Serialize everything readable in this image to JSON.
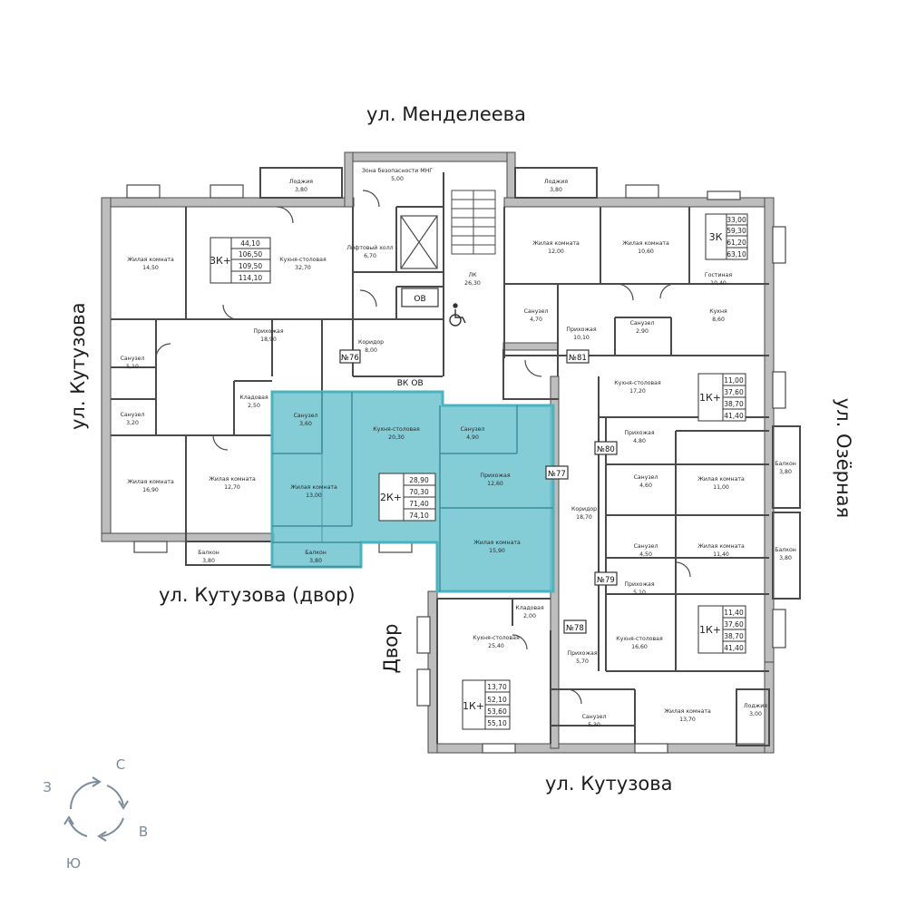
{
  "streets": {
    "top": "ул. Менделеева",
    "left": "ул. Кутузова",
    "right": "ул. Озёрная",
    "courtyard": "ул. Кутузова (двор)",
    "yard": "Двор",
    "bottom": "ул. Кутузова"
  },
  "compass": {
    "north": "С",
    "east": "В",
    "south": "Ю",
    "west": "З"
  },
  "colors": {
    "highlight": "#49b3c1",
    "highlight_fill": "#6ec3cf",
    "wall": "#4a4a4a",
    "wall_fill": "#bdbdbd"
  },
  "rooms": [
    {
      "label": "Лоджия",
      "area": "3,80"
    },
    {
      "label": "Зона безопасности МНГ",
      "area": "5,00"
    },
    {
      "label": "Лоджия",
      "area": "3,80"
    },
    {
      "label": "Жилая комната",
      "area": "14,50"
    },
    {
      "label": "Кухня-столовая",
      "area": "32,70"
    },
    {
      "label": "Лифтовый холл",
      "area": "6,70"
    },
    {
      "label": "ЛК",
      "area": "26,30"
    },
    {
      "label": "Жилая комната",
      "area": "12,00"
    },
    {
      "label": "Жилая комната",
      "area": "10,60"
    },
    {
      "label": "Гостиная",
      "area": "10,40"
    },
    {
      "label": "Кухня",
      "area": "8,60"
    },
    {
      "label": "Санузел",
      "area": "4,70"
    },
    {
      "label": "Прихожая",
      "area": "10,10"
    },
    {
      "label": "Санузел",
      "area": "2,90"
    },
    {
      "label": "Санузел",
      "area": "5,10"
    },
    {
      "label": "Прихожая",
      "area": "18,90"
    },
    {
      "label": "Коридор",
      "area": "8,00"
    },
    {
      "label": "Санузел",
      "area": "3,20"
    },
    {
      "label": "Кладовая",
      "area": "2,50"
    },
    {
      "label": "Санузел",
      "area": "3,60"
    },
    {
      "label": "Кухня-столовая",
      "area": "20,30"
    },
    {
      "label": "Санузел",
      "area": "4,90"
    },
    {
      "label": "Кухня-столовая",
      "area": "17,20"
    },
    {
      "label": "Прихожая",
      "area": "4,80"
    },
    {
      "label": "Жилая комната",
      "area": "16,90"
    },
    {
      "label": "Жилая комната",
      "area": "12,70"
    },
    {
      "label": "Жилая комната",
      "area": "13,00"
    },
    {
      "label": "Прихожая",
      "area": "12,60"
    },
    {
      "label": "Санузел",
      "area": "4,60"
    },
    {
      "label": "Жилая комната",
      "area": "11,00"
    },
    {
      "label": "Балкон",
      "area": "3,80"
    },
    {
      "label": "Коридор",
      "area": "18,70"
    },
    {
      "label": "Жилая комната",
      "area": "15,90"
    },
    {
      "label": "Санузел",
      "area": "4,50"
    },
    {
      "label": "Жилая комната",
      "area": "11,40"
    },
    {
      "label": "Балкон",
      "area": "3,80"
    },
    {
      "label": "Балкон",
      "area": "3,80"
    },
    {
      "label": "Балкон",
      "area": "3,80"
    },
    {
      "label": "Прихожая",
      "area": "5,10"
    },
    {
      "label": "Кладовая",
      "area": "2,00"
    },
    {
      "label": "Кухня-столовая",
      "area": "25,40"
    },
    {
      "label": "Кухня-столовая",
      "area": "16,60"
    },
    {
      "label": "Прихожая",
      "area": "5,70"
    },
    {
      "label": "Санузел",
      "area": "5,30"
    },
    {
      "label": "Жилая комната",
      "area": "13,70"
    },
    {
      "label": "Лоджия",
      "area": "3,00"
    }
  ],
  "tags": {
    "ob1": "ОВ",
    "vk": "ВК",
    "ob2": "ОВ",
    "n76": "№76",
    "n81": "№81",
    "n80": "№80",
    "n77": "№77",
    "n79": "№79",
    "n78": "№78"
  },
  "apartments": [
    {
      "type": "3К+",
      "areas": [
        "44,10",
        "106,50",
        "109,50",
        "114,10"
      ]
    },
    {
      "type": "3К",
      "areas": [
        "33,00",
        "59,30",
        "61,20",
        "63,10"
      ]
    },
    {
      "type": "1К+",
      "areas": [
        "11,00",
        "37,60",
        "38,70",
        "41,40"
      ]
    },
    {
      "type": "2К+",
      "areas": [
        "28,90",
        "70,30",
        "71,40",
        "74,10"
      ]
    },
    {
      "type": "1К+",
      "areas": [
        "11,40",
        "37,60",
        "38,70",
        "41,40"
      ]
    },
    {
      "type": "1К+",
      "areas": [
        "13,70",
        "52,10",
        "53,60",
        "55,10"
      ]
    }
  ]
}
